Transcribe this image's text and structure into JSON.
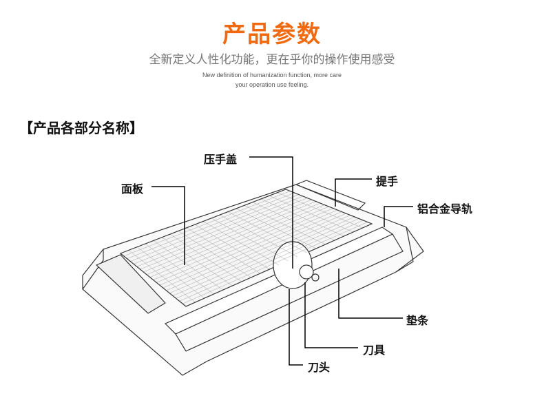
{
  "header": {
    "title": "产品参数",
    "subtitle": "全新定义人性化功能，更在乎你的操作使用感受",
    "en_line1": "New definition of humanization function, more care",
    "en_line2": "your operation use feeling."
  },
  "section_title": "【产品各部分名称】",
  "labels": {
    "press_cover": "压手盖",
    "panel": "面板",
    "handle": "提手",
    "aluminum_rail": "铝合金导轨",
    "pad_strip": "垫条",
    "cutter": "刀具",
    "blade_head": "刀头"
  },
  "colors": {
    "accent": "#f26a10"
  }
}
